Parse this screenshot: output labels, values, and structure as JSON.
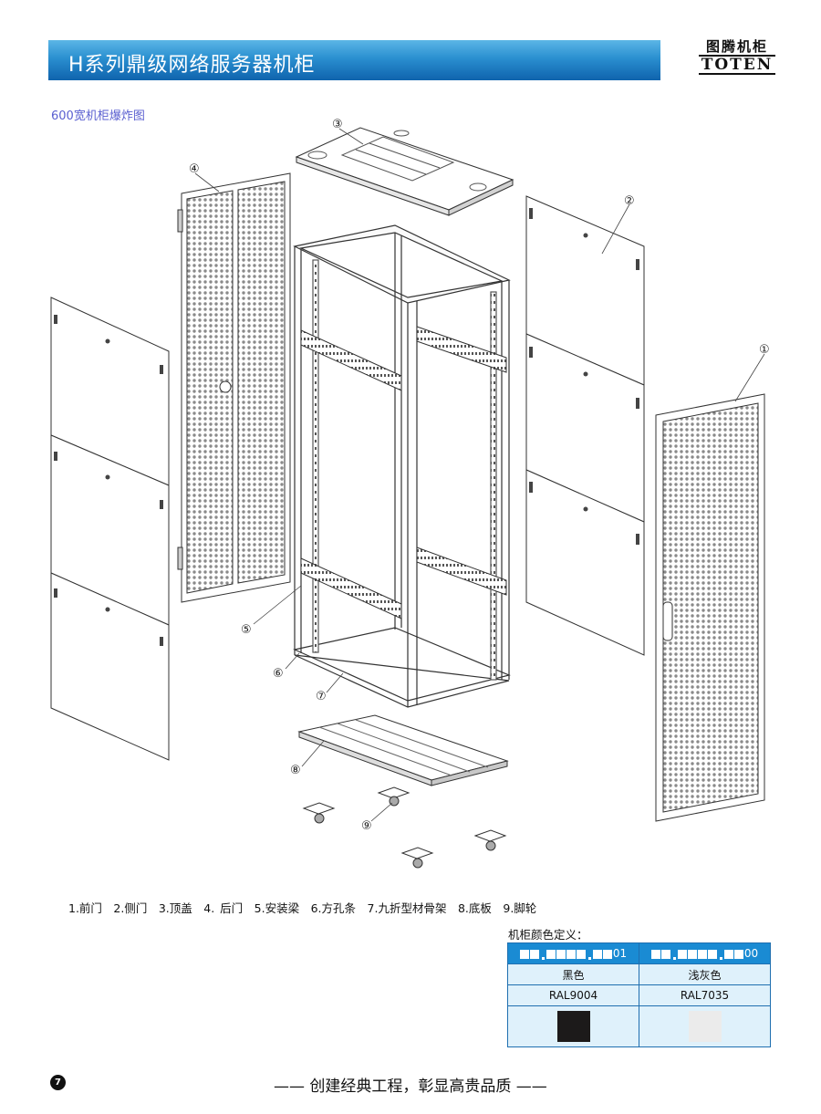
{
  "header": {
    "title": "H系列鼎级网络服务器机柜",
    "brand_cn": "图腾机柜",
    "brand_en": "TOTEN"
  },
  "section": {
    "subtitle": "600宽机柜爆炸图"
  },
  "callouts": [
    "①",
    "②",
    "③",
    "④",
    "⑤",
    "⑥",
    "⑦",
    "⑧",
    "⑨"
  ],
  "legend": "1.前门　2.侧门　3.顶盖　4. 后门　5.安装梁　6.方孔条　7.九折型材骨架　8.底板　9.脚轮",
  "color_definition": {
    "label": "机柜颜色定义：",
    "columns": [
      {
        "code_suffix": "01",
        "name": "黑色",
        "ral": "RAL9004",
        "swatch": "#1c1a1a"
      },
      {
        "code_suffix": "00",
        "name": "浅灰色",
        "ral": "RAL7035",
        "swatch": "#ebebeb"
      }
    ]
  },
  "colors": {
    "banner": "#1a7fc6",
    "table_header": "#1a8bd3",
    "table_body": "#dff1fb",
    "subtitle": "#5a5fd0"
  },
  "footer": {
    "page_number": "7",
    "slogan": "—— 创建经典工程，彰显高贵品质 ——"
  }
}
